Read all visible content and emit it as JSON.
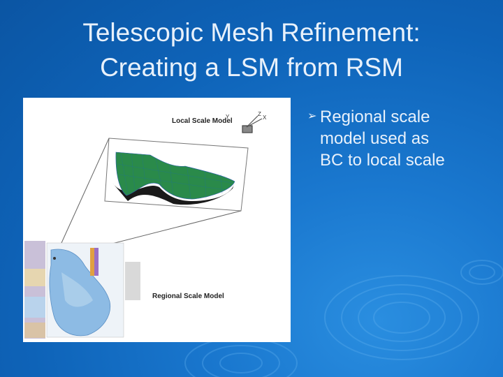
{
  "slide": {
    "title_line1": "Telescopic Mesh Refinement:",
    "title_line2": "Creating a LSM from RSM"
  },
  "figure": {
    "local_label": "Local Scale Model",
    "regional_label": "Regional Scale Model",
    "axis_z": "Z",
    "axis_x": "X",
    "axis_y": "Y"
  },
  "bullets": [
    {
      "marker": "➢",
      "line1": "Regional scale",
      "line2": "model used as",
      "line3": "BC to local scale"
    }
  ],
  "colors": {
    "background": "#0e63b8",
    "title_text": "#e8f1fb",
    "mesh_green": "#2a8a4a",
    "mesh_blue": "#2a5fae"
  }
}
